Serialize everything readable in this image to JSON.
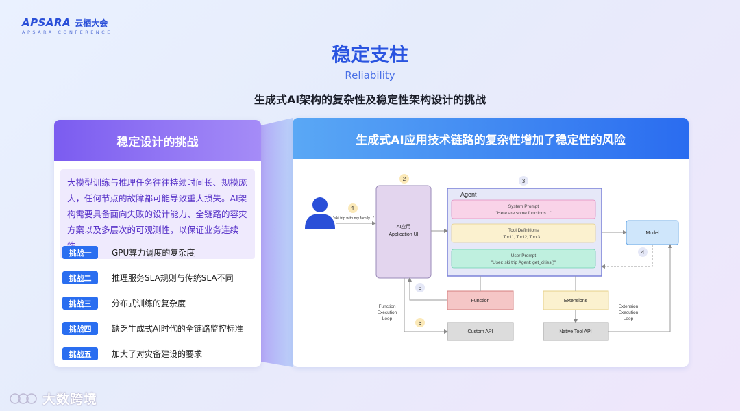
{
  "logo": {
    "brand": "APSARA",
    "cn": "云栖大会",
    "sub": "APSARA CONFERENCE"
  },
  "title": {
    "zh": "稳定支柱",
    "en": "Reliability"
  },
  "subtitle": "生成式AI架构的复杂性及稳定性架构设计的挑战",
  "left": {
    "header": "稳定设计的挑战",
    "desc": "大模型训练与推理任务往往持续时间长、规模庞大，任何节点的故障都可能导致重大损失。AI架构需要具备面向失败的设计能力、全链路的容灾方案以及多层次的可观测性，以保证业务连续性。",
    "challenges": [
      {
        "badge": "挑战一",
        "text": "GPU算力调度的复杂度"
      },
      {
        "badge": "挑战二",
        "text": "推理服务SLA规则与传统SLA不同"
      },
      {
        "badge": "挑战三",
        "text": "分布式训练的复杂度"
      },
      {
        "badge": "挑战四",
        "text": "缺乏生成式AI时代的全链路监控标准"
      },
      {
        "badge": "挑战五",
        "text": "加大了对灾备建设的要求"
      }
    ]
  },
  "right": {
    "header": "生成式AI应用技术链路的复杂性增加了稳定性的风险",
    "diagram": {
      "steps": [
        "1",
        "2",
        "3",
        "4",
        "5",
        "6"
      ],
      "user_message": "\"ski trip with my family...\"",
      "app_ui_line1": "AI应用",
      "app_ui_line2": "Application UI",
      "agent": "Agent",
      "system_prompt_title": "System Prompt",
      "system_prompt_body": "\"Here are some functions...\"",
      "tool_def_title": "Tool Definitions",
      "tool_def_body": "Tool1, Tool2, Tool3...",
      "user_prompt_title": "User Prompt",
      "user_prompt_body": "\"User: ski trip Agent: get_cities()\"",
      "model": "Model",
      "function": "Function",
      "extensions": "Extensions",
      "custom_api": "Custom API",
      "native_tool_api": "Native Tool API",
      "function_loop": [
        "Function",
        "Execution",
        "Loop"
      ],
      "extension_loop": [
        "Extension",
        "Execution",
        "Loop"
      ]
    }
  },
  "footer": {
    "text": "大数跨境"
  },
  "colors": {
    "title_blue": "#2a54e0",
    "left_header": "#7b5cf0",
    "right_header": "#2a6cf0",
    "badge": "#2a6ef0",
    "desc_text": "#5630c8"
  }
}
